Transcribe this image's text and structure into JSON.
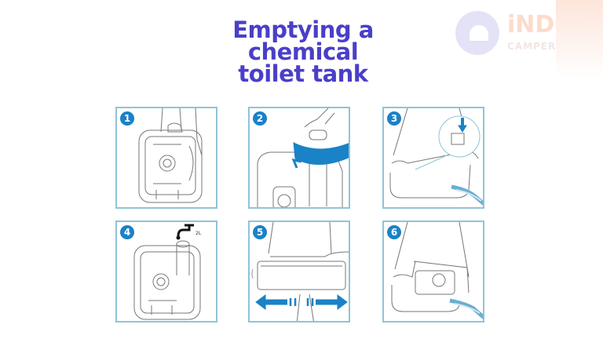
{
  "title": {
    "line1": "Emptying a chemical",
    "line2": "toilet tank"
  },
  "logo": {
    "brand": "iND",
    "sub": "CAMPER"
  },
  "colors": {
    "title": "#4a3fc8",
    "badge": "#1a82c6",
    "panel_border": "#8fc4d8",
    "arrow": "#1a82c6"
  },
  "steps": [
    {
      "number": "1",
      "icon": "carry-tank-icon"
    },
    {
      "number": "2",
      "icon": "rotate-spout-icon"
    },
    {
      "number": "3",
      "icon": "press-vent-button-icon"
    },
    {
      "number": "4",
      "icon": "add-water-icon",
      "tap_label": "2L"
    },
    {
      "number": "5",
      "icon": "shake-tank-icon"
    },
    {
      "number": "6",
      "icon": "drain-tank-icon"
    }
  ]
}
